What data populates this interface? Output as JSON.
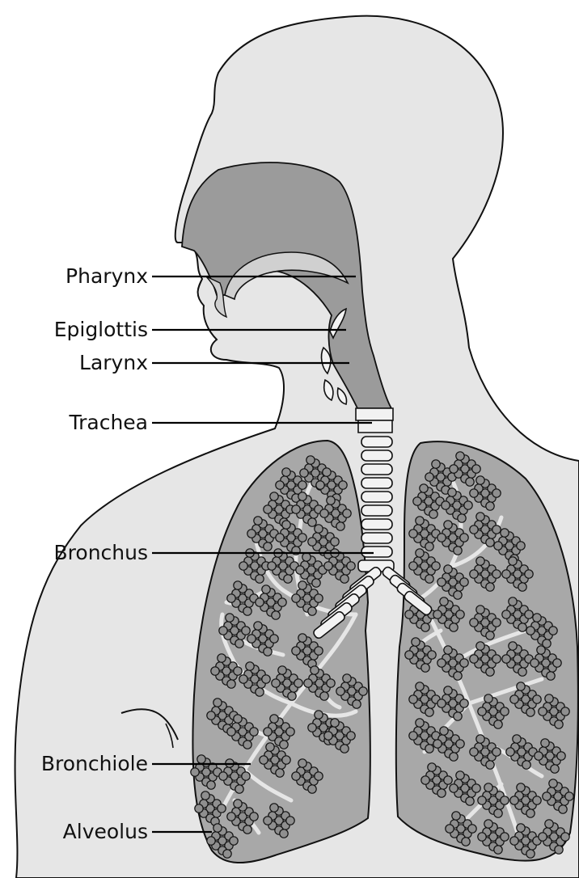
{
  "diagram": {
    "labels": {
      "pharynx": "Pharynx",
      "epiglottis": "Epiglottis",
      "larynx": "Larynx",
      "trachea": "Trachea",
      "bronchus": "Bronchus",
      "bronchiole": "Bronchiole",
      "alveolus": "Alveolus"
    }
  },
  "colors": {
    "skin": "#e6e6e6",
    "cavity": "#9b9b9b",
    "lung": "#a8a8a8",
    "alveoli": "#8f8f8f",
    "cartilage": "#f2f2f2",
    "outline": "#111111"
  }
}
